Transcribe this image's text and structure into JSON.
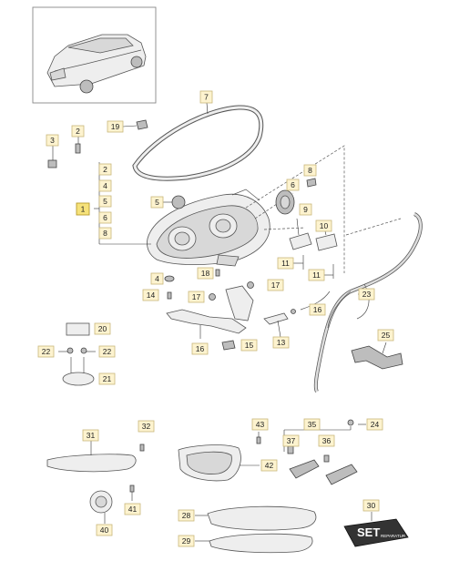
{
  "callouts": {
    "c1": "1",
    "c2": "2",
    "c3": "3",
    "c4": "4",
    "c5": "5",
    "c6": "6",
    "c7": "7",
    "c8": "8",
    "c9": "9",
    "c10": "10",
    "c11a": "11",
    "c11b": "11",
    "c14": "14",
    "c15": "15",
    "c16": "16",
    "c17a": "17",
    "c17b": "17",
    "c18": "18",
    "c19": "19",
    "c20": "20",
    "c21": "21",
    "c22a": "22",
    "c22b": "22",
    "c23": "23",
    "c24": "24",
    "c25": "25",
    "c28": "28",
    "c29": "29",
    "c30": "30",
    "c31": "31",
    "c32": "32",
    "c35": "35",
    "c36": "36",
    "c37": "37",
    "c40": "40",
    "c41": "41",
    "c42": "42",
    "c43": "43",
    "g2": "2",
    "g4": "4",
    "g5": "5",
    "g6": "6",
    "g8": "8"
  },
  "set_box": {
    "title": "SET",
    "subtitle": "REPARATUR"
  }
}
